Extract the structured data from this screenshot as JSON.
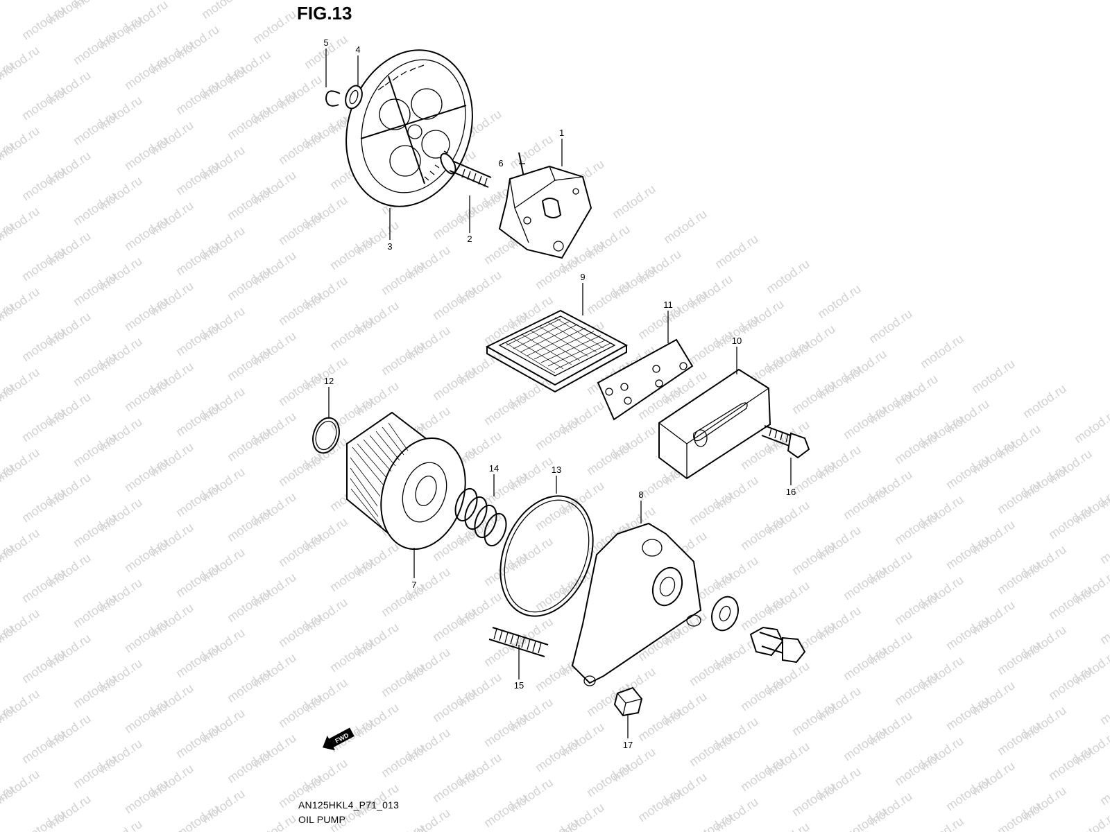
{
  "figure": {
    "title": "FIG.13"
  },
  "caption": {
    "code": "AN125HKL4_P71_013",
    "name": "OIL PUMP"
  },
  "watermark": {
    "text": "motod.ru",
    "color": "#d2d2d2"
  },
  "direction_badge": {
    "label": "FWD"
  },
  "callouts": {
    "p1": "1",
    "p2": "2",
    "p3": "3",
    "p4": "4",
    "p5": "5",
    "p6": "6",
    "p7": "7",
    "p8": "8",
    "p9": "9",
    "p10": "10",
    "p11": "11",
    "p12": "12",
    "p13": "13",
    "p14": "14",
    "p15": "15",
    "p16": "16",
    "p17": "17"
  }
}
